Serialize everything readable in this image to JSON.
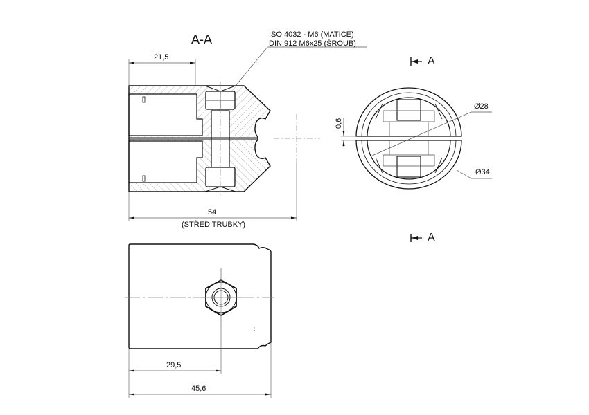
{
  "section_view": {
    "title": "A-A",
    "callout": {
      "line1": "ISO 4032 - M6 (MATICE)",
      "line2": "DIN 912 M6x25 (ŠROUB)"
    },
    "dim_top": "21,5",
    "dim_bottom": "54",
    "dim_bottom_note": "(STŘED TRUBKY)"
  },
  "end_view": {
    "section_marker_top": "A",
    "section_marker_bottom": "A",
    "dim_gap": "0,6",
    "dim_inner_dia": "Ø28",
    "dim_outer_dia": "Ø34"
  },
  "plan_view": {
    "dim_hole": "29,5",
    "dim_length": "45,6"
  },
  "colors": {
    "line": "#111111",
    "thin": "#555555",
    "hatch": "#8a8a8a",
    "center": "#888888"
  }
}
